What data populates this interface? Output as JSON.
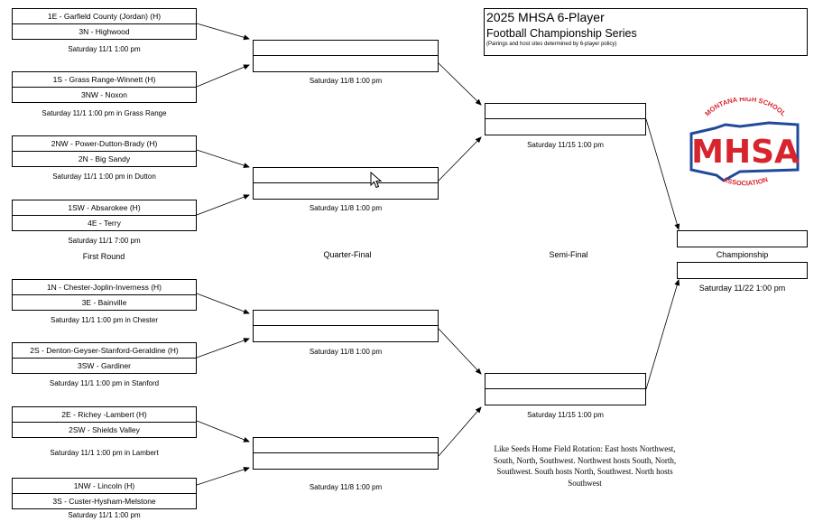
{
  "title": {
    "line1": "2025 MHSA 6-Player",
    "line2": "Football Championship Series",
    "line3": "(Pairings and host sites determined by 6-player policy)"
  },
  "logo": {
    "top_text": "MONTANA HIGH SCHOOL",
    "main_text": "MHSA",
    "bottom_text": "ASSOCIATION",
    "colors": {
      "red": "#d8242d",
      "blue": "#1f4a9b"
    }
  },
  "rounds": {
    "first": "First Round",
    "quarter": "Quarter-Final",
    "semi": "Semi-Final",
    "championship": "Championship"
  },
  "first_round": [
    {
      "team_a": "1E - Garfield County (Jordan) (H)",
      "team_b": "3N - Highwood",
      "info": "Saturday 11/1  1:00 pm"
    },
    {
      "team_a": "1S - Grass Range-Winnett (H)",
      "team_b": "3NW - Noxon",
      "info": "Saturday 11/1  1:00 pm in Grass Range"
    },
    {
      "team_a": "2NW - Power-Dutton-Brady (H)",
      "team_b": "2N - Big Sandy",
      "info": "Saturday 11/1  1:00 pm in Dutton"
    },
    {
      "team_a": "1SW - Absarokee (H)",
      "team_b": "4E - Terry",
      "info": "Saturday 11/1  7:00 pm"
    },
    {
      "team_a": "1N - Chester-Joplin-Inverness (H)",
      "team_b": "3E - Bainville",
      "info": "Saturday 11/1  1:00 pm in Chester"
    },
    {
      "team_a": "2S - Denton-Geyser-Stanford-Geraldine (H)",
      "team_b": "3SW - Gardiner",
      "info": "Saturday 11/1  1:00 pm in Stanford"
    },
    {
      "team_a": "2E - Richey -Lambert (H)",
      "team_b": "2SW - Shields Valley",
      "info": "Saturday 11/1  1:00 pm in Lambert"
    },
    {
      "team_a": "1NW - Lincoln (H)",
      "team_b": "3S - Custer-Hysham-Melstone",
      "info": "Saturday 11/1  1:00 pm"
    }
  ],
  "quarter_final": [
    {
      "info": "Saturday 11/8 1:00 pm"
    },
    {
      "info": "Saturday 11/8 1:00 pm"
    },
    {
      "info": "Saturday 11/8 1:00 pm"
    },
    {
      "info": "Saturday 11/8 1:00 pm"
    }
  ],
  "semi_final": [
    {
      "info": "Saturday 11/15 1:00 pm"
    },
    {
      "info": "Saturday 11/15 1:00 pm"
    }
  ],
  "championship": {
    "info": "Saturday 11/22 1:00 pm"
  },
  "note": "Like Seeds Home Field Rotation: East hosts Northwest, South, North, Southwest. Northwest hosts South, North, Southwest. South hosts North, Southwest. North hosts Southwest"
}
